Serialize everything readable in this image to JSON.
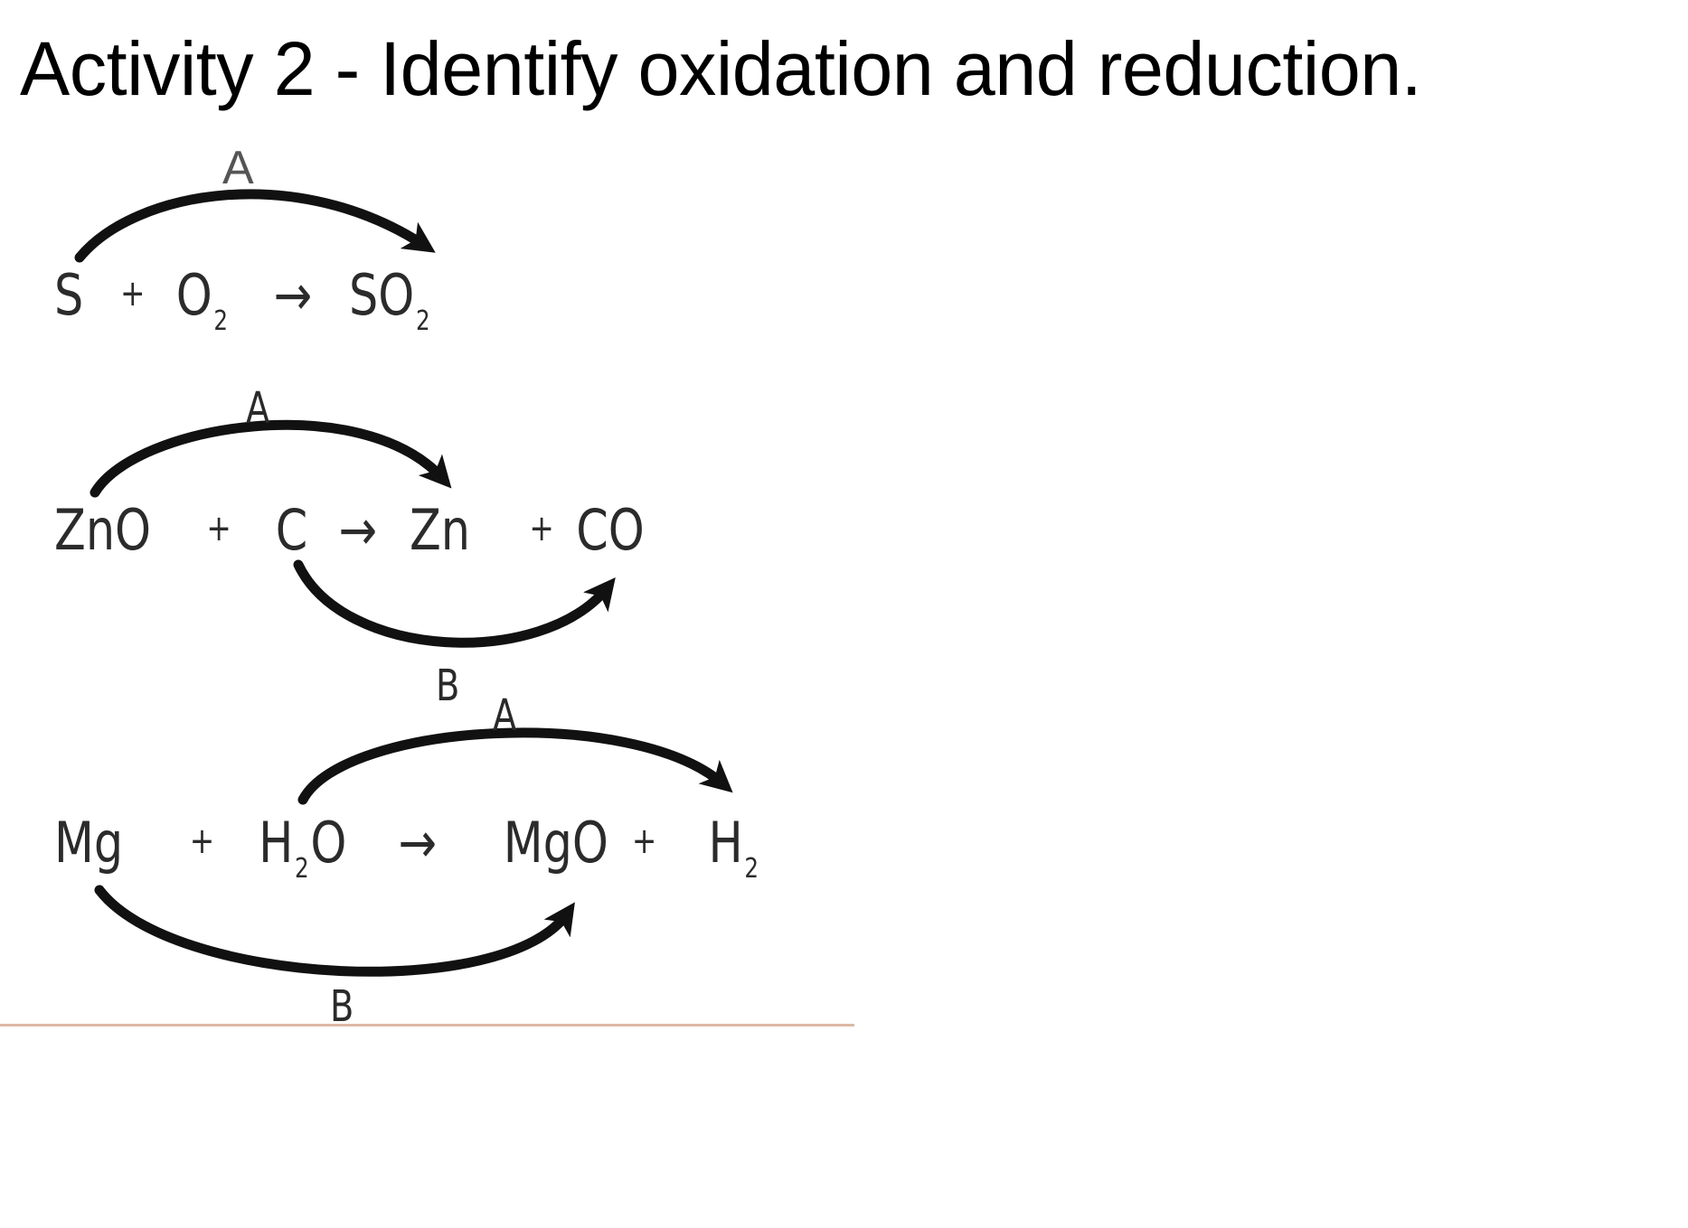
{
  "slide": {
    "title": "Activity 2 - Identify oxidation and reduction."
  },
  "equations": [
    {
      "reactants": [
        {
          "formula": "S"
        },
        {
          "formula": "O",
          "sub": "2"
        }
      ],
      "products": [
        {
          "formula": "SO",
          "sub": "2"
        }
      ],
      "plus": "+",
      "arrow": "→",
      "arcs": [
        {
          "label": "A",
          "from": "S",
          "to": "SO2",
          "position": "above"
        }
      ]
    },
    {
      "reactants": [
        {
          "formula": "ZnO"
        },
        {
          "formula": "C"
        }
      ],
      "products": [
        {
          "formula": "Zn"
        },
        {
          "formula": "CO"
        }
      ],
      "plus": "+",
      "arrow": "→",
      "arcs": [
        {
          "label": "A",
          "from": "ZnO",
          "to": "Zn",
          "position": "above"
        },
        {
          "label": "B",
          "from": "C",
          "to": "CO",
          "position": "below"
        }
      ]
    },
    {
      "reactants": [
        {
          "formula": "Mg"
        },
        {
          "formula": "H",
          "sub": "2",
          "after": "O"
        }
      ],
      "products": [
        {
          "formula": "MgO"
        },
        {
          "formula": "H",
          "sub": "2"
        }
      ],
      "plus": "+",
      "arrow": "→",
      "arcs": [
        {
          "label": "A",
          "from": "H2O",
          "to": "H2",
          "position": "above"
        },
        {
          "label": "B",
          "from": "Mg",
          "to": "MgO",
          "position": "below"
        }
      ]
    }
  ],
  "colors": {
    "text": "#000000",
    "equation_text": "#2b2b2b",
    "arrow": "#111111",
    "label_gray": "#555555",
    "rule": "#dcb9a6"
  }
}
